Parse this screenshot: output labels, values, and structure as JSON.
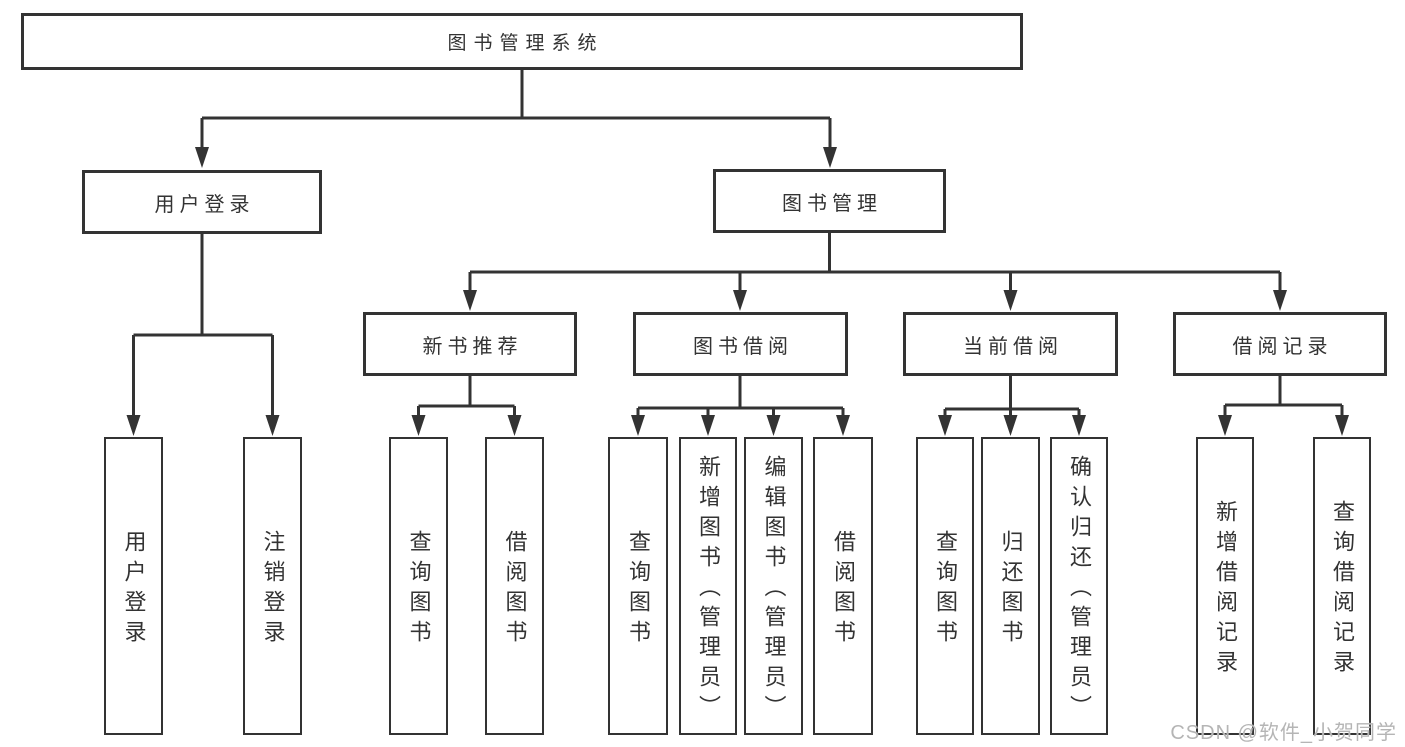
{
  "diagram": {
    "root": {
      "label": "图书管理系统"
    },
    "level2": [
      {
        "label": "用户登录"
      },
      {
        "label": "图书管理"
      }
    ],
    "level3": [
      {
        "label": "新书推荐"
      },
      {
        "label": "图书借阅"
      },
      {
        "label": "当前借阅"
      },
      {
        "label": "借阅记录"
      }
    ],
    "leaves": {
      "login": [
        {
          "label": "用户登录"
        },
        {
          "label": "注销登录"
        }
      ],
      "new_book": [
        {
          "label": "查询图书"
        },
        {
          "label": "借阅图书"
        }
      ],
      "book_borrow": [
        {
          "label": "查询图书"
        },
        {
          "label": "新增图书（管理员）"
        },
        {
          "label": "编辑图书（管理员）"
        },
        {
          "label": "借阅图书"
        }
      ],
      "current_borrow": [
        {
          "label": "查询图书"
        },
        {
          "label": "归还图书"
        },
        {
          "label": "确认归还（管理员）"
        }
      ],
      "borrow_records": [
        {
          "label": "新增借阅记录"
        },
        {
          "label": "查询借阅记录"
        }
      ]
    },
    "watermark": "CSDN @软件_小贺同学",
    "colors": {
      "line": "#333333",
      "border": "#333333",
      "fill": "#ffffff",
      "text": "#333333",
      "watermark": "#b5b5b5"
    }
  }
}
